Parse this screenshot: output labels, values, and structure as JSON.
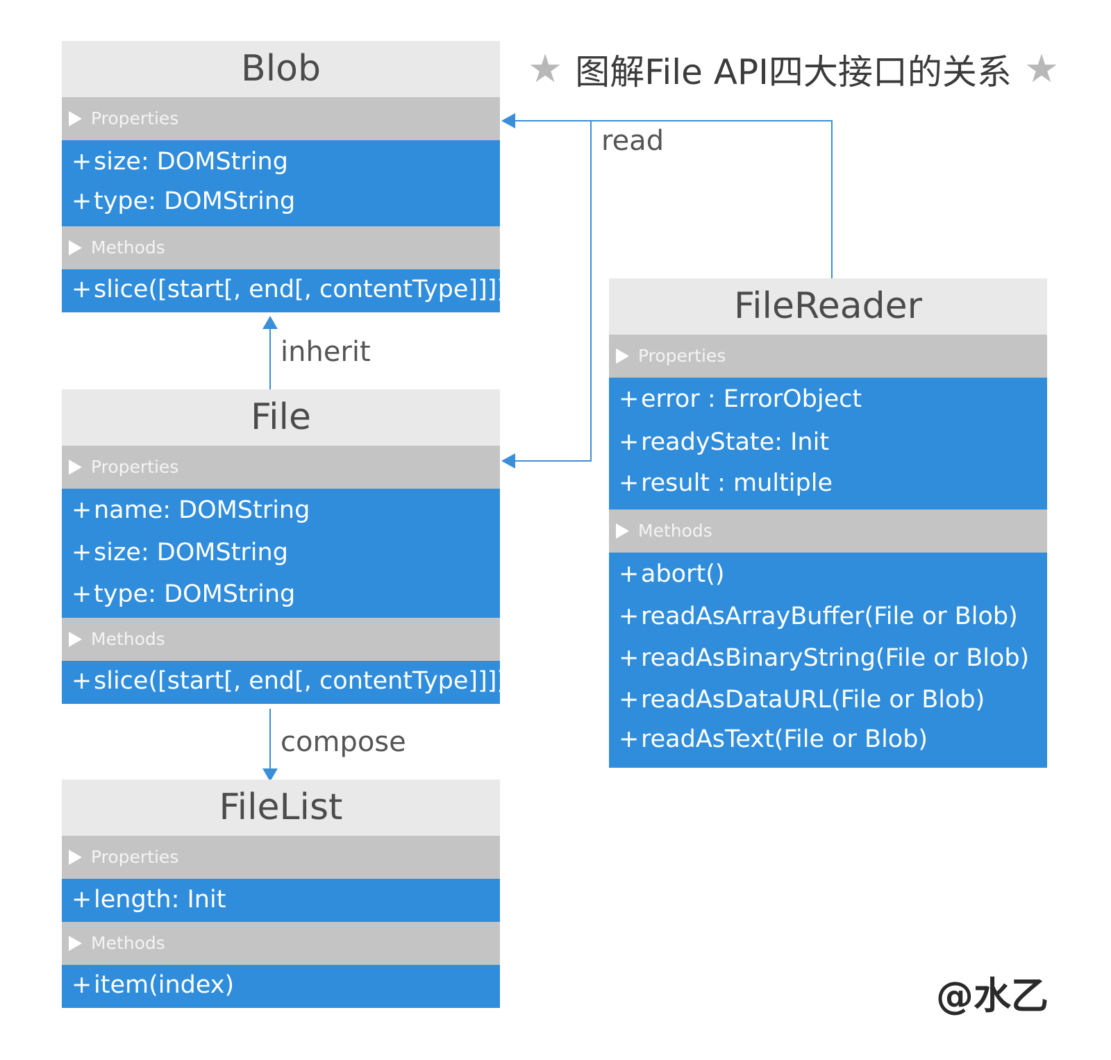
{
  "heading": {
    "text": "图解File API四大接口的关系"
  },
  "credit": "@水乙",
  "classes": {
    "blob": {
      "name": "Blob",
      "properties_label": "Properties",
      "properties": [
        "size: DOMString",
        "type: DOMString"
      ],
      "methods_label": "Methods",
      "methods": [
        "slice([start[, end[, contentType]]])"
      ]
    },
    "file": {
      "name": "File",
      "properties_label": "Properties",
      "properties": [
        "name: DOMString",
        "size: DOMString",
        "type: DOMString"
      ],
      "methods_label": "Methods",
      "methods": [
        "slice([start[, end[, contentType]]])"
      ]
    },
    "filelist": {
      "name": "FileList",
      "properties_label": "Properties",
      "properties": [
        "length: Init"
      ],
      "methods_label": "Methods",
      "methods": [
        "item(index)"
      ]
    },
    "filereader": {
      "name": "FileReader",
      "properties_label": "Properties",
      "properties": [
        "error : ErrorObject",
        "readyState: Init",
        "result : multiple"
      ],
      "methods_label": "Methods",
      "methods": [
        "abort()",
        "readAsArrayBuffer(File or Blob)",
        "readAsBinaryString(File or Blob)",
        "readAsDataURL(File or Blob)",
        "readAsText(File or Blob)"
      ]
    }
  },
  "relations": {
    "inherit": "inherit",
    "compose": "compose",
    "read": "read"
  },
  "colors": {
    "accent": "#2f8ddc",
    "section": "#c4c4c4",
    "header": "#e9e9e9",
    "connector": "#3a8fd8"
  }
}
